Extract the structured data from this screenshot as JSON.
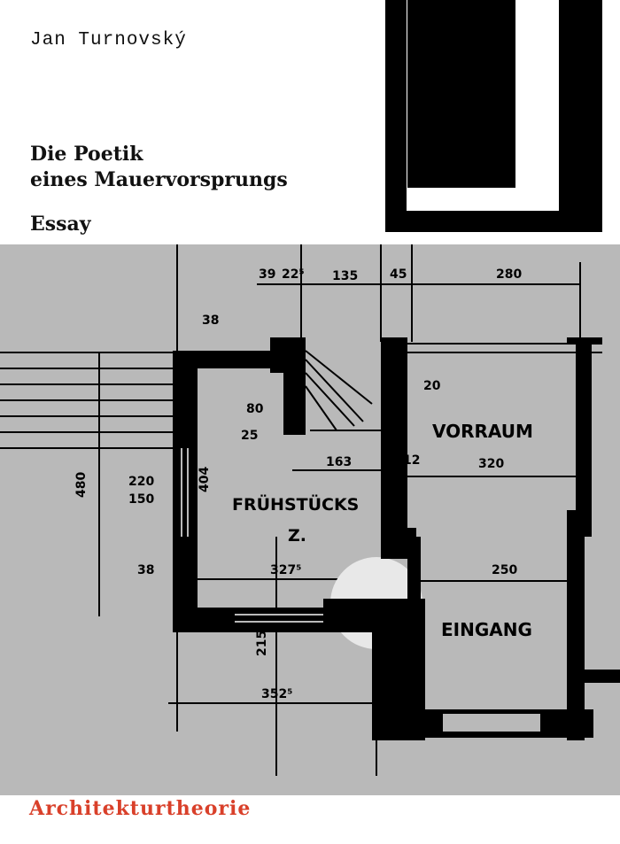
{
  "author": "Jan Turnovský",
  "title_line1": "Die Poetik",
  "title_line2": "eines Mauervorsprungs",
  "subtitle": "Essay",
  "series": "Architekturtheorie",
  "colors": {
    "series": "#d9402a",
    "photo_bg": "#b9b9b9",
    "logo": "#000000"
  },
  "plan_labels": {
    "d39": "39",
    "d22": "22⁵",
    "d135": "135",
    "d45": "45",
    "d280": "280",
    "d38top": "38",
    "d20": "20",
    "d80": "80",
    "d25": "25",
    "room1": "VORRAUM",
    "d163": "163",
    "d12": "12",
    "d320": "320",
    "d220": "220",
    "d150": "150",
    "d480": "480",
    "d404": "404",
    "room2": "FRÜHSTÜCKS",
    "room2b": "Z.",
    "d38": "38",
    "d327": "327⁵",
    "d250": "250",
    "room3": "EINGANG",
    "d352": "352⁵",
    "d215": "215"
  }
}
